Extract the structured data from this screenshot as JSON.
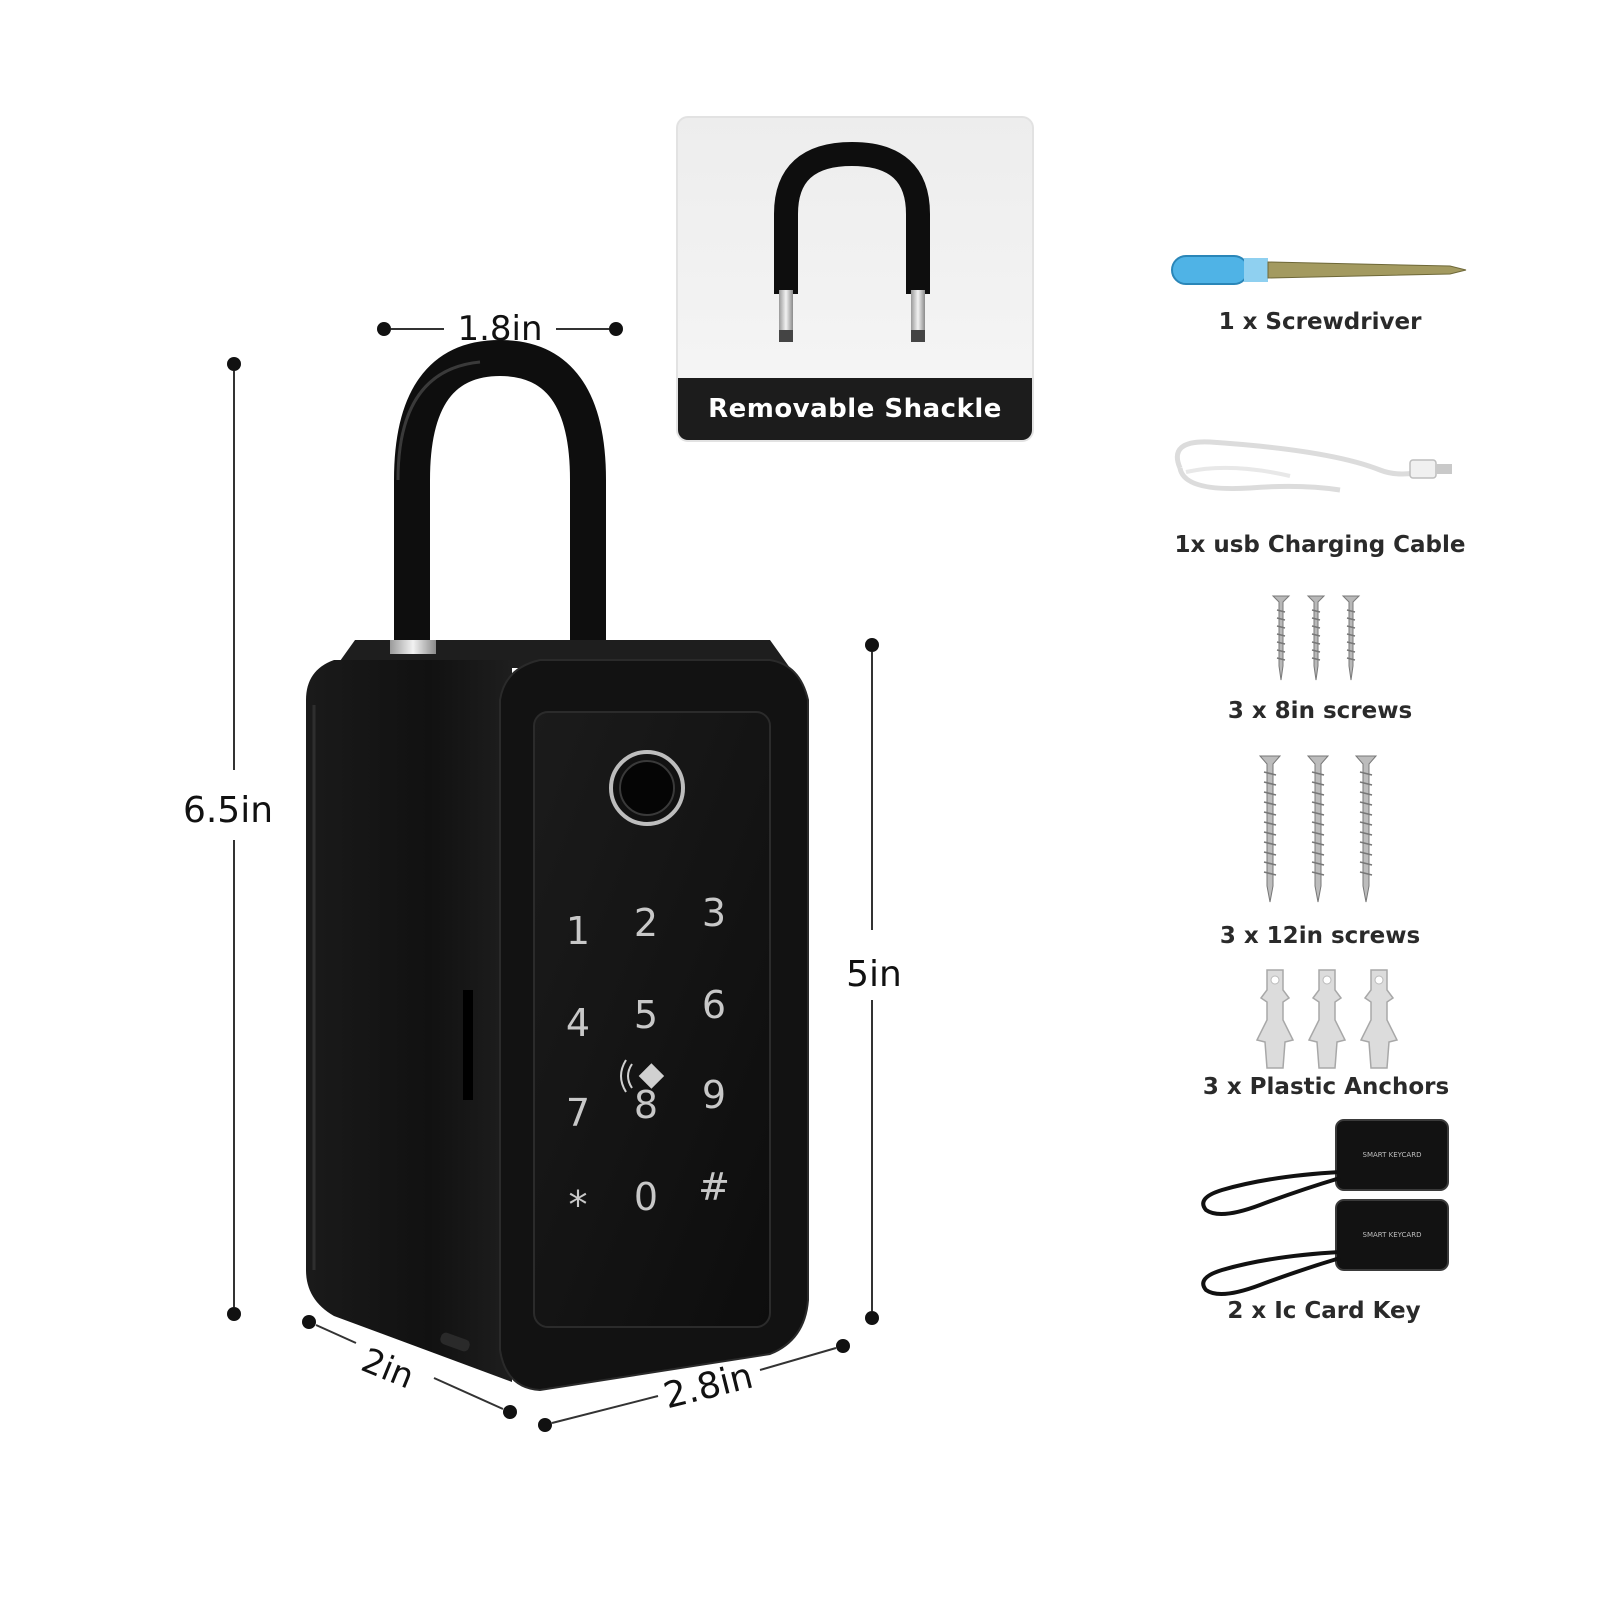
{
  "dimensions": {
    "shackle_width": "1.8in",
    "total_height": "6.5in",
    "body_height": "5in",
    "depth": "2in",
    "width": "2.8in"
  },
  "shackle_card": {
    "label": "Removable Shackle"
  },
  "keypad": {
    "keys": [
      "1",
      "2",
      "3",
      "4",
      "5",
      "6",
      "7",
      "8",
      "9",
      "*",
      "0",
      "#"
    ]
  },
  "accessories": [
    {
      "label": "1 x Screwdriver",
      "icon": "screwdriver-icon"
    },
    {
      "label": "1x usb Charging Cable",
      "icon": "usb-cable-icon"
    },
    {
      "label": "3 x 8in screws",
      "icon": "short-screws-icon"
    },
    {
      "label": "3 x 12in screws",
      "icon": "long-screws-icon"
    },
    {
      "label": "3 x Plastic Anchors",
      "icon": "plastic-anchors-icon"
    },
    {
      "label": "2 x Ic Card Key",
      "icon": "ic-card-key-icon"
    }
  ],
  "ic_card": {
    "text": "SMART KEYCARD"
  },
  "colors": {
    "body": "#141414",
    "panel": "#0a0a0a",
    "keypad_text": "#c8c8c8",
    "banner": "#1c1c1c",
    "screwdriver_handle": "#4fb3e6"
  }
}
